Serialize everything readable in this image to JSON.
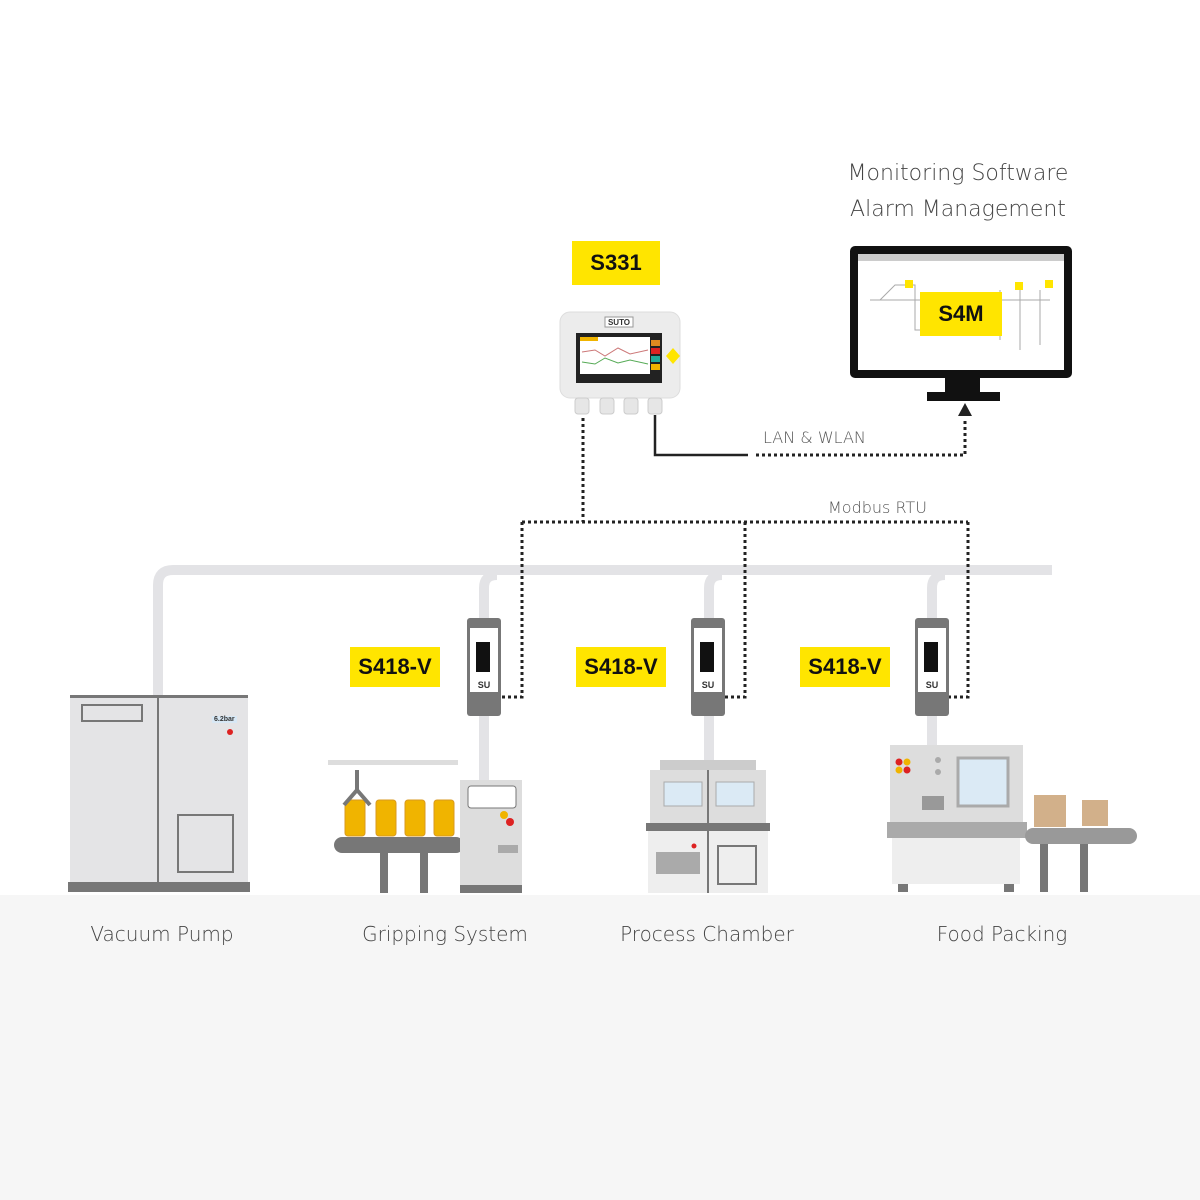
{
  "software": {
    "line1": "Monitoring Software",
    "line2": "Alarm Management",
    "tag": "S4M"
  },
  "logger": {
    "tag": "S331",
    "brand": "SUTO"
  },
  "links": {
    "lan": "LAN & WLAN",
    "modbus": "Modbus RTU"
  },
  "sensors": [
    {
      "tag": "S418-V"
    },
    {
      "tag": "S418-V"
    },
    {
      "tag": "S418-V"
    }
  ],
  "machines": [
    {
      "label": "Vacuum Pump",
      "gauge": "6.2bar"
    },
    {
      "label": "Gripping System"
    },
    {
      "label": "Process Chamber"
    },
    {
      "label": "Food Packing"
    }
  ],
  "colors": {
    "tag": "#ffe500",
    "pipe": "#e3e3e6",
    "floor": "#f6f6f6"
  }
}
